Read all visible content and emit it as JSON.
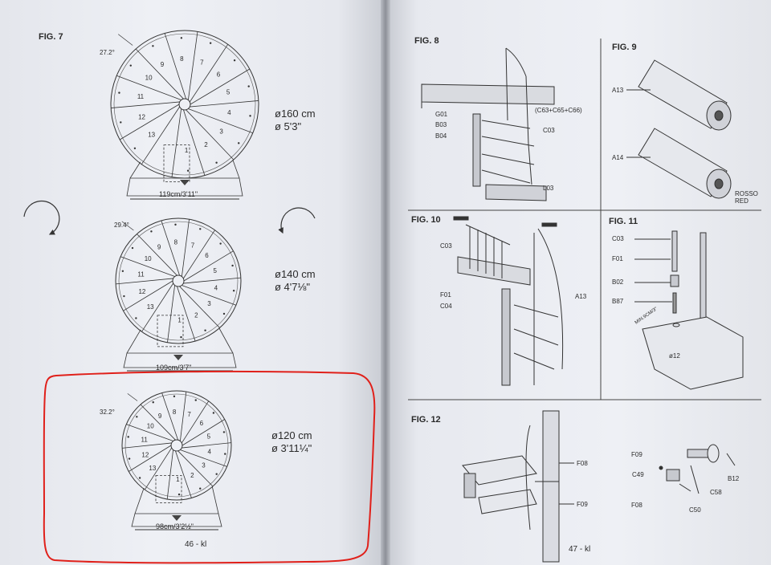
{
  "left": {
    "fig7": "FIG. 7",
    "stairs": [
      {
        "angle": "27.2°",
        "diameter_cm": "ø160 cm",
        "diameter_in": "ø 5'3\"",
        "width": "119cm/3'11\"",
        "steps": [
          "1",
          "2",
          "3",
          "4",
          "5",
          "6",
          "7",
          "8",
          "9",
          "10",
          "11",
          "12",
          "13"
        ]
      },
      {
        "angle": "29.4°",
        "diameter_cm": "ø140 cm",
        "diameter_in": "ø 4'7⅛\"",
        "width": "109cm/3'7\"",
        "steps": [
          "1",
          "2",
          "3",
          "4",
          "5",
          "6",
          "7",
          "8",
          "9",
          "10",
          "11",
          "12",
          "13"
        ]
      },
      {
        "angle": "32.2°",
        "diameter_cm": "ø120 cm",
        "diameter_in": "ø 3'11¼\"",
        "width": "98cm/3'2½\"",
        "steps": [
          "1",
          "2",
          "3",
          "4",
          "5",
          "6",
          "7",
          "8",
          "9",
          "10",
          "11",
          "12",
          "13"
        ]
      }
    ],
    "page_no": "46 - kl"
  },
  "right": {
    "fig8": "FIG. 8",
    "fig8_labels": [
      "G01",
      "B03",
      "B04",
      "(C63+C65+C66)",
      "C03",
      "L03"
    ],
    "fig9": "FIG. 9",
    "fig9_labels": [
      "A13",
      "A14",
      "ROSSO",
      "RED"
    ],
    "fig10": "FIG. 10",
    "fig10_labels": [
      "C03",
      "F01",
      "C04",
      "A13"
    ],
    "fig11": "FIG. 11",
    "fig11_labels": [
      "C03",
      "F01",
      "B02",
      "B87",
      "MIN.9CM/3\"",
      "ø12"
    ],
    "fig12": "FIG. 12",
    "fig12_labels": [
      "F08",
      "F09",
      "F09",
      "C49",
      "F08",
      "C58",
      "B12",
      "C50"
    ],
    "page_no": "47 - kl"
  },
  "highlight_color": "#e0201a"
}
